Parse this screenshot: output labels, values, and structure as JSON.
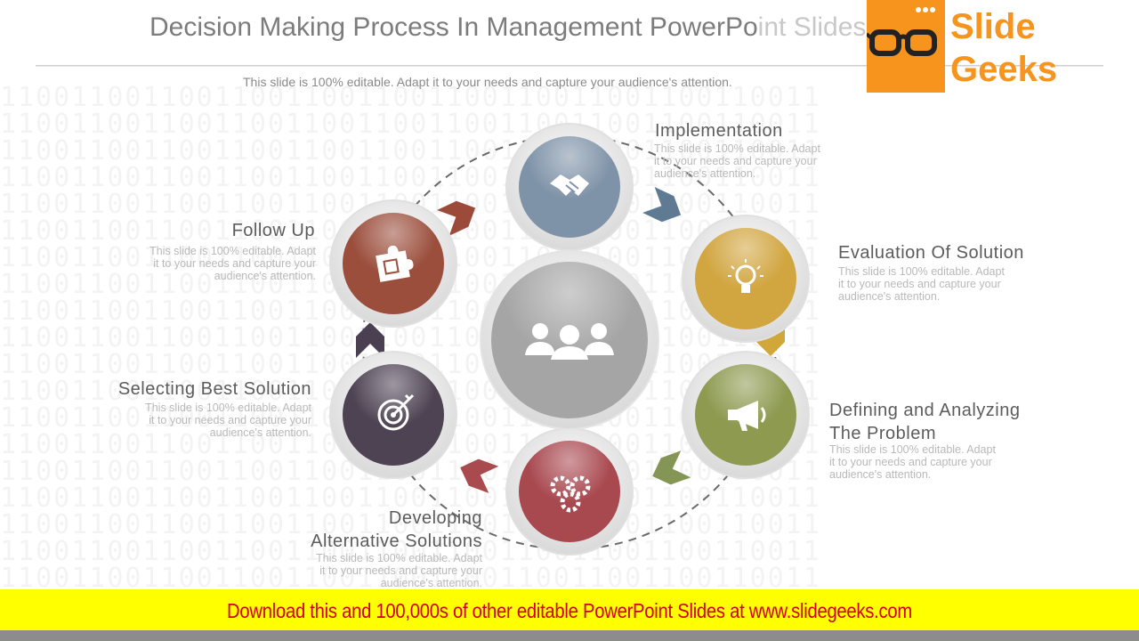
{
  "slide": {
    "title": "Decision Making Process In Management PowerPo",
    "title_tail": "int Slides",
    "subtitle": "This slide is 100% editable. Adapt it to your needs and capture your audience's atten",
    "subtitle_tail": "tion."
  },
  "logo": {
    "word1": "Slide",
    "word2": "Geeks"
  },
  "center": {
    "icon": "people-icon",
    "color": "#a7a7a7"
  },
  "steps": [
    {
      "id": "implementation",
      "title": "Implementation",
      "desc": [
        "This slide is 100% editable. Adapt",
        "it to your needs and capture your",
        "audience's attention."
      ],
      "icon": "handshake-icon",
      "color": "#7f93a8"
    },
    {
      "id": "evaluation",
      "title": "Evaluation Of Solution",
      "desc": [
        "This slide is 100% editable. Adapt",
        "it to your needs and capture your",
        "audience's attention."
      ],
      "icon": "lightbulb-icon",
      "color": "#d1a53f"
    },
    {
      "id": "defining",
      "title_lines": [
        "Defining and Analyzing",
        "The Problem"
      ],
      "desc": [
        "This slide is 100% editable. Adapt",
        "it to your needs and capture your",
        "audience's attention."
      ],
      "icon": "megaphone-icon",
      "color": "#8d9a50"
    },
    {
      "id": "developing",
      "title_lines": [
        "Developing",
        "Alternative Solutions"
      ],
      "desc": [
        "This slide is 100% editable. Adapt",
        "it to your needs and capture your",
        "audience's attention."
      ],
      "icon": "gears-icon",
      "color": "#a8484f"
    },
    {
      "id": "selecting",
      "title": "Selecting Best Solution",
      "desc": [
        "This slide is 100% editable. Adapt",
        "it to your needs and capture your",
        "audience's attention."
      ],
      "icon": "target-icon",
      "color": "#4e4353"
    },
    {
      "id": "followup",
      "title": "Follow Up",
      "desc": [
        "This slide is 100% editable. Adapt",
        "it to your needs and capture your",
        "audience's attention."
      ],
      "icon": "puzzle-icon",
      "color": "#9b4e3c"
    }
  ],
  "arrows": {
    "colors": [
      "#5f7b94",
      "#d2a73a",
      "#849556",
      "#a94a4f",
      "#4a4052",
      "#9c4a3a"
    ]
  },
  "banner": {
    "text": "Download this and 100,000s of other editable PowerPoint Slides at www.slidegeeks.com"
  },
  "background_binary": "1100110011001100110011001100110011001100110011"
}
